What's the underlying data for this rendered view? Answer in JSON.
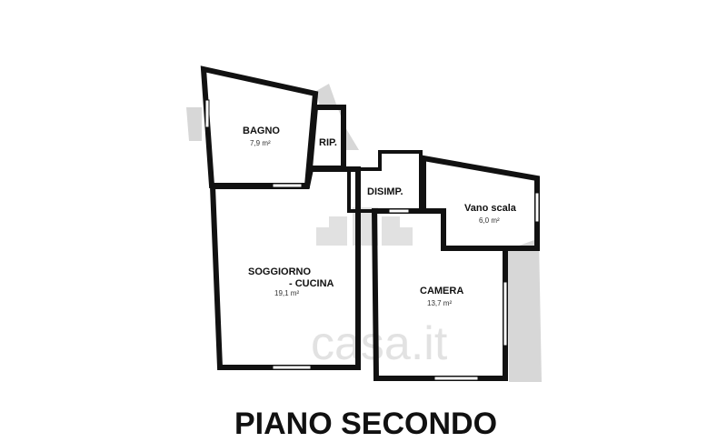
{
  "floor_title": "PIANO SECONDO",
  "watermark": {
    "text": "casa.it"
  },
  "rooms": {
    "bagno": {
      "name": "BAGNO",
      "area": "7,9 m²"
    },
    "rip": {
      "name": "RIP.",
      "area": ""
    },
    "disimp": {
      "name": "DISIMP.",
      "area": ""
    },
    "vano_scala": {
      "name": "Vano scala",
      "area": "6,0 m²"
    },
    "soggiorno": {
      "name_line1": "SOGGIORNO",
      "name_line2": "- CUCINA",
      "area": "19,1 m²"
    },
    "camera": {
      "name": "CAMERA",
      "area": "13,7 m²"
    }
  },
  "colors": {
    "wall": "#111111",
    "shade": "#d7d7d7",
    "background": "#ffffff"
  }
}
